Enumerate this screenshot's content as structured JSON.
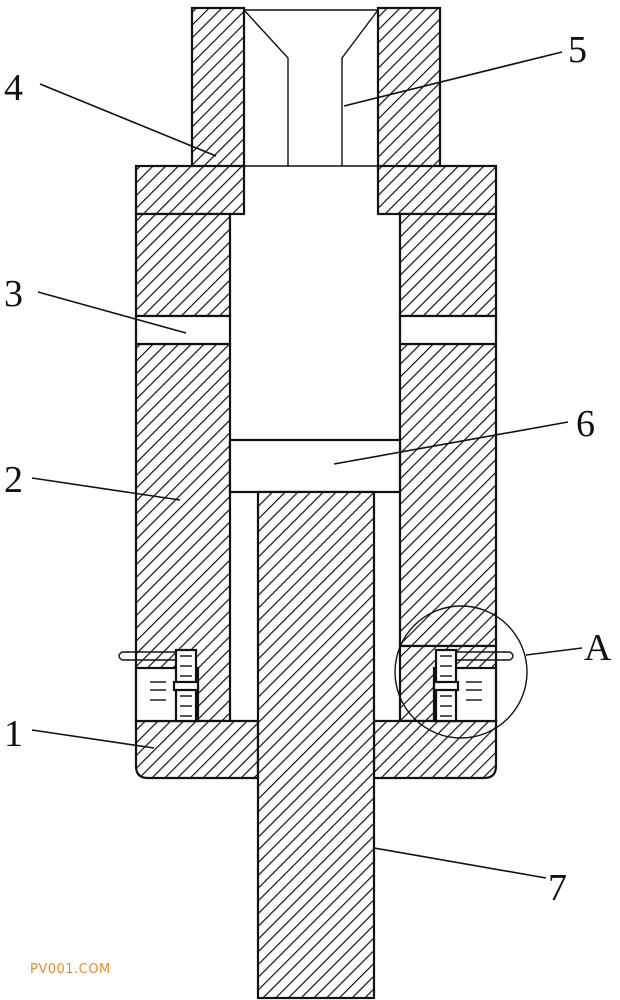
{
  "labels": {
    "l1": "1",
    "l2": "2",
    "l3": "3",
    "l4": "4",
    "l5": "5",
    "l6": "6",
    "l7": "7",
    "lA": "A"
  },
  "watermark": "PV001.COM",
  "colors": {
    "line": "#111111",
    "watermark": "#f08a24"
  }
}
